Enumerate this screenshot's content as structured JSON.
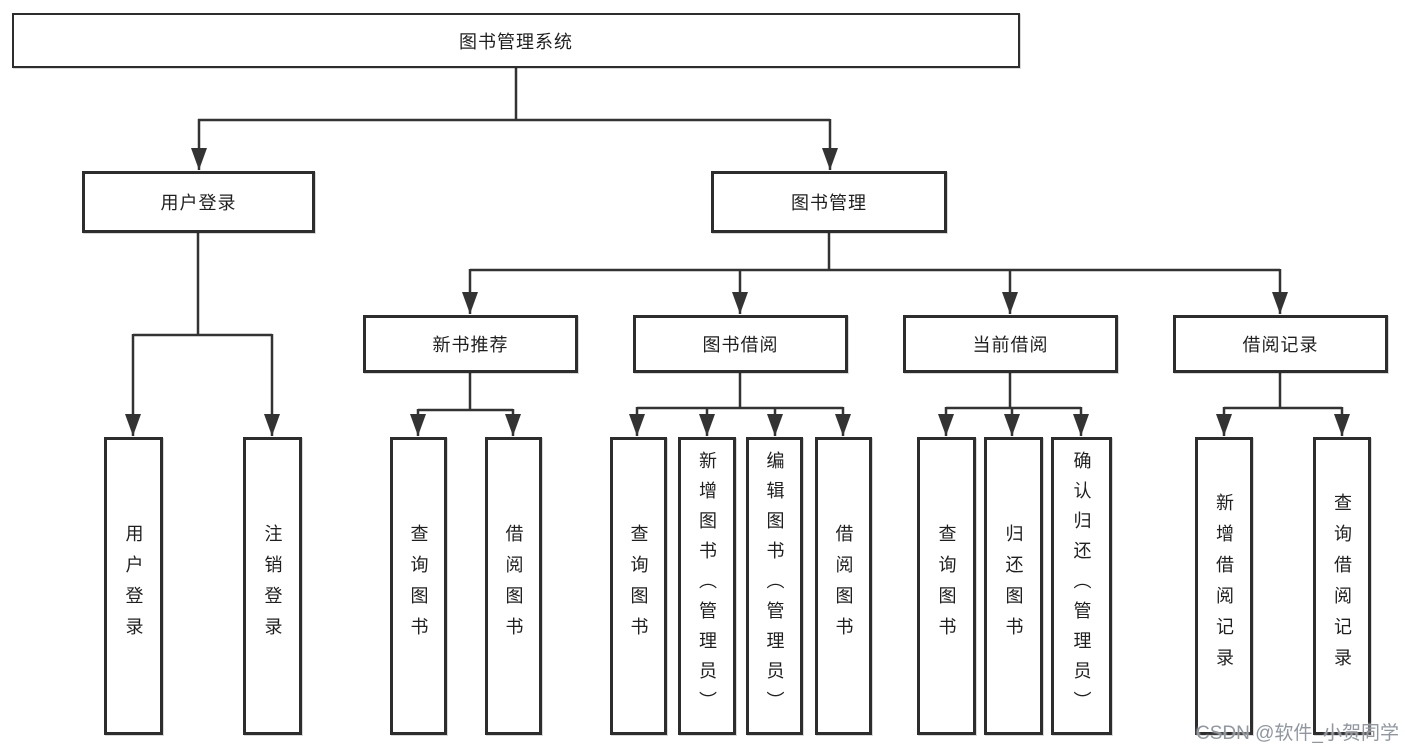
{
  "diagram_title": "图书管理系统",
  "tree": {
    "root": {
      "label": "图书管理系统"
    },
    "branches": [
      {
        "label": "用户登录",
        "children": [
          {
            "label": "用户登录"
          },
          {
            "label": "注销登录"
          }
        ]
      },
      {
        "label": "图书管理",
        "children": [
          {
            "label": "新书推荐",
            "children": [
              {
                "label": "查询图书"
              },
              {
                "label": "借阅图书"
              }
            ]
          },
          {
            "label": "图书借阅",
            "children": [
              {
                "label": "查询图书"
              },
              {
                "label": "新增图书（管理员）"
              },
              {
                "label": "编辑图书（管理员）"
              },
              {
                "label": "借阅图书"
              }
            ]
          },
          {
            "label": "当前借阅",
            "children": [
              {
                "label": "查询图书"
              },
              {
                "label": "归还图书"
              },
              {
                "label": "确认归还（管理员）"
              }
            ]
          },
          {
            "label": "借阅记录",
            "children": [
              {
                "label": "新增借阅记录"
              },
              {
                "label": "查询借阅记录"
              }
            ]
          }
        ]
      }
    ]
  },
  "watermark": "CSDN @软件_小贺同学",
  "colors": {
    "line": "#333333",
    "box_border": "#2d2d2d",
    "text": "#1f1f1f",
    "background": "#ffffff",
    "watermark": "#9097a1"
  }
}
